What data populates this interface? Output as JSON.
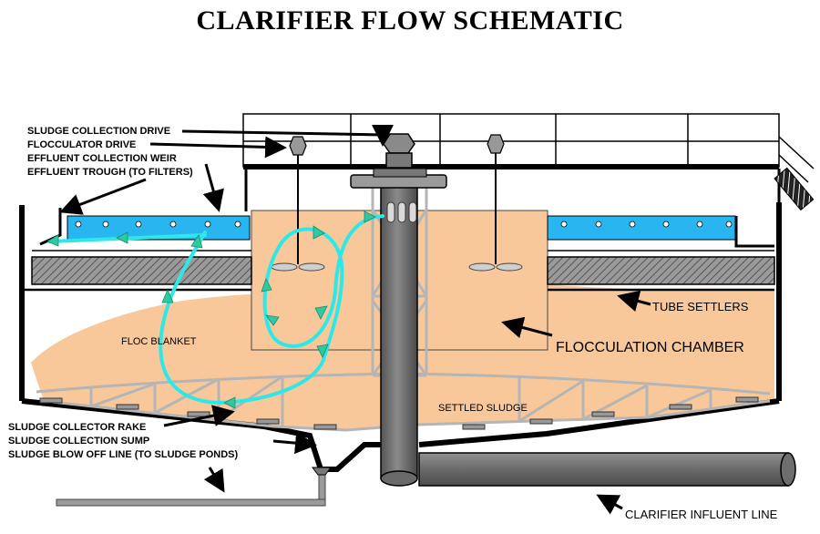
{
  "title": "CLARIFIER FLOW SCHEMATIC",
  "labels": {
    "sludge_collection_drive": "SLUDGE COLLECTION DRIVE",
    "flocculator_drive": "FLOCCULATOR DRIVE",
    "effluent_collection_weir": "EFFLUENT COLLECTION WEIR",
    "effluent_trough": "EFFLUENT TROUGH (TO FILTERS)",
    "tube_settlers": "TUBE SETTLERS",
    "floc_blanket": "FLOC BLANKET",
    "flocculation_chamber": "FLOCCULATION CHAMBER",
    "settled_sludge": "SETTLED SLUDGE",
    "sludge_collector_rake": "SLUDGE COLLECTOR RAKE",
    "sludge_collection_sump": "SLUDGE COLLECTION SUMP",
    "sludge_blow_off_line": "SLUDGE BLOW  OFF LINE  (TO  SLUDGE PONDS)",
    "clarifier_influent_line": "CLARIFIER INFLUENT LINE"
  },
  "colors": {
    "sludge": "#f8c89a",
    "water": "#29b6f0",
    "flow": "#2ee8e8",
    "column": "#6e6e6e",
    "structure": "#b5b5b5",
    "settler_hatch": "#888888"
  }
}
